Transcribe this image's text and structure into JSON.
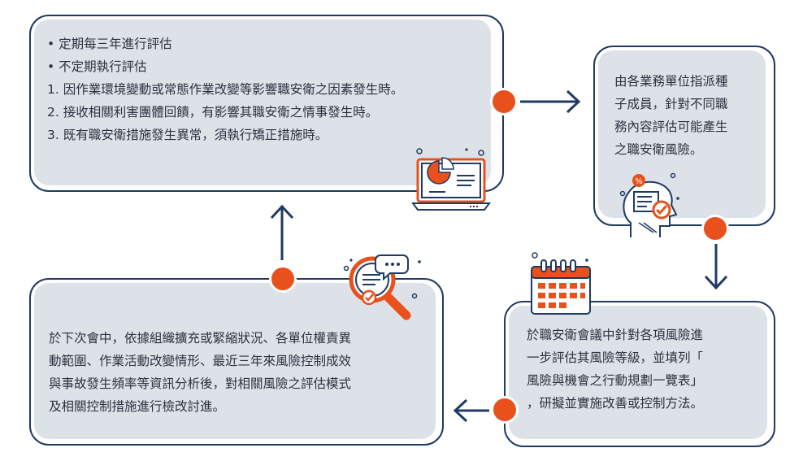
{
  "top_left_box": {
    "lines": [
      "• 定期每三年進行評估",
      "• 不定期執行評估",
      "1. 因作業環境變動或常態作業改變等影響職安衛之因素發生時。",
      "2. 接收相關利害團體回饋，有影響其職安衛之情事發生時。",
      "3. 既有職安衛措施發生異常，須執行矯正措施時。"
    ]
  },
  "top_right_box": {
    "lines": [
      "由各業務單位指派種",
      "子成員，針對不同職",
      "務內容評估可能產生",
      "之職安衛風險。"
    ]
  },
  "bottom_right_box": {
    "lines": [
      "於職安衛會議中針對各項風險進",
      "一步評估其風險等級，並填列「",
      "風險與機會之行動規劃一覽表」",
      "，研擬並實施改善或控制方法。"
    ]
  },
  "bottom_left_box": {
    "lines": [
      "於下次會中，依據組織擴充或緊縮狀況、各單位權責異",
      "動範圍、作業活動改變情形、最近三年來風險控制成效",
      "與事故發生頻率等資訊分析後，對相關風險之評估模式",
      "及相關控制措施進行檢改討進。"
    ]
  },
  "colors": {
    "navy": "#1f3a63",
    "orange": "#e8501c",
    "panel": "#dde2e8"
  },
  "icons": [
    "laptop-chart-icon",
    "head-checklist-icon",
    "calendar-icon",
    "magnifier-chat-icon"
  ]
}
